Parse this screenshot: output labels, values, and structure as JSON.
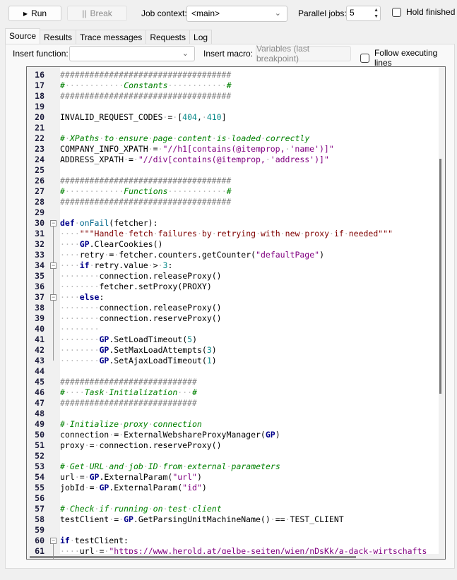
{
  "toolbar": {
    "run": "Run",
    "break": "Break",
    "job_context_label": "Job context:",
    "job_context_value": "<main>",
    "parallel_label": "Parallel jobs:",
    "parallel_value": "5",
    "hold_finished": "Hold finished"
  },
  "tabs": [
    {
      "label": "Source",
      "active": true
    },
    {
      "label": "Results"
    },
    {
      "label": "Trace messages"
    },
    {
      "label": "Requests"
    },
    {
      "label": "Log"
    }
  ],
  "source_bar": {
    "insert_function_label": "Insert function:",
    "insert_function_value": "",
    "insert_macro_label": "Insert macro:",
    "macro_button": "Variables (last breakpoint)",
    "follow_lines": "Follow executing lines"
  },
  "editor": {
    "first_line": 16,
    "folds": [
      30,
      34,
      37,
      60
    ],
    "lines": [
      [
        [
          "h",
          "###################################"
        ]
      ],
      [
        [
          "c",
          "#            Constants            #"
        ]
      ],
      [
        [
          "h",
          "###################################"
        ]
      ],
      [],
      [
        [
          "t",
          "INVALID_REQUEST_CODES = ["
        ],
        [
          "n",
          "404"
        ],
        [
          "t",
          ", "
        ],
        [
          "n",
          "410"
        ],
        [
          "t",
          "]"
        ]
      ],
      [],
      [
        [
          "c",
          "# XPaths to ensure page content is loaded correctly"
        ]
      ],
      [
        [
          "t",
          "COMPANY_INFO_XPATH = "
        ],
        [
          "s",
          "\"//h1[contains(@itemprop, 'name')]\""
        ]
      ],
      [
        [
          "t",
          "ADDRESS_XPATH = "
        ],
        [
          "s",
          "\"//div[contains(@itemprop, 'address')]\""
        ]
      ],
      [],
      [
        [
          "h",
          "###################################"
        ]
      ],
      [
        [
          "c",
          "#            Functions            #"
        ]
      ],
      [
        [
          "h",
          "###################################"
        ]
      ],
      [],
      [
        [
          "k",
          "def"
        ],
        [
          "t",
          " "
        ],
        [
          "f",
          "onFail"
        ],
        [
          "t",
          "(fetcher):"
        ]
      ],
      [
        [
          "t",
          "    "
        ],
        [
          "d",
          "\"\"\"Handle fetch failures by retrying with new proxy if needed\"\"\""
        ]
      ],
      [
        [
          "t",
          "    "
        ],
        [
          "g",
          "GP"
        ],
        [
          "t",
          ".ClearCookies()"
        ]
      ],
      [
        [
          "t",
          "    retry = fetcher.counters.getCounter("
        ],
        [
          "s",
          "\"defaultPage\""
        ],
        [
          "t",
          ")"
        ]
      ],
      [
        [
          "t",
          "    "
        ],
        [
          "k",
          "if"
        ],
        [
          "t",
          " retry.value > "
        ],
        [
          "n",
          "3"
        ],
        [
          "t",
          ":"
        ]
      ],
      [
        [
          "t",
          "        connection.releaseProxy()"
        ]
      ],
      [
        [
          "t",
          "        fetcher.setProxy(PROXY)"
        ]
      ],
      [
        [
          "t",
          "    "
        ],
        [
          "k",
          "else"
        ],
        [
          "t",
          ":"
        ]
      ],
      [
        [
          "t",
          "        connection.releaseProxy()"
        ]
      ],
      [
        [
          "t",
          "        connection.reserveProxy()"
        ]
      ],
      [
        [
          "t",
          "        "
        ]
      ],
      [
        [
          "t",
          "        "
        ],
        [
          "g",
          "GP"
        ],
        [
          "t",
          ".SetLoadTimeout("
        ],
        [
          "n",
          "5"
        ],
        [
          "t",
          ")"
        ]
      ],
      [
        [
          "t",
          "        "
        ],
        [
          "g",
          "GP"
        ],
        [
          "t",
          ".SetMaxLoadAttempts("
        ],
        [
          "n",
          "3"
        ],
        [
          "t",
          ")"
        ]
      ],
      [
        [
          "t",
          "        "
        ],
        [
          "g",
          "GP"
        ],
        [
          "t",
          ".SetAjaxLoadTimeout("
        ],
        [
          "n",
          "1"
        ],
        [
          "t",
          ")"
        ]
      ],
      [],
      [
        [
          "h",
          "############################"
        ]
      ],
      [
        [
          "c",
          "#    Task Initialization   #"
        ]
      ],
      [
        [
          "h",
          "############################"
        ]
      ],
      [],
      [
        [
          "c",
          "# Initialize proxy connection"
        ]
      ],
      [
        [
          "t",
          "connection = ExternalWebshareProxyManager("
        ],
        [
          "g",
          "GP"
        ],
        [
          "t",
          ")"
        ]
      ],
      [
        [
          "t",
          "proxy = connection.reserveProxy()"
        ]
      ],
      [],
      [
        [
          "c",
          "# Get URL and job ID from external parameters"
        ]
      ],
      [
        [
          "t",
          "url = "
        ],
        [
          "g",
          "GP"
        ],
        [
          "t",
          ".ExternalParam("
        ],
        [
          "s",
          "\"url\""
        ],
        [
          "t",
          ")"
        ]
      ],
      [
        [
          "t",
          "jobId = "
        ],
        [
          "g",
          "GP"
        ],
        [
          "t",
          ".ExternalParam("
        ],
        [
          "s",
          "\"id\""
        ],
        [
          "t",
          ")"
        ]
      ],
      [],
      [
        [
          "c",
          "# Check if running on test client"
        ]
      ],
      [
        [
          "t",
          "testClient = "
        ],
        [
          "g",
          "GP"
        ],
        [
          "t",
          ".GetParsingUnitMachineName() == TEST_CLIENT"
        ]
      ],
      [],
      [
        [
          "k",
          "if"
        ],
        [
          "t",
          " testClient:"
        ]
      ],
      [
        [
          "t",
          "    url = "
        ],
        [
          "s",
          "\"https://www.herold.at/gelbe-seiten/wien/nDsKk/a-dack-wirtschafts"
        ]
      ]
    ]
  },
  "colors": {
    "comment": "#008000",
    "string": "#800080",
    "keyword": "#00008b",
    "number": "#0a8a8a",
    "docstring": "#7f0000"
  }
}
